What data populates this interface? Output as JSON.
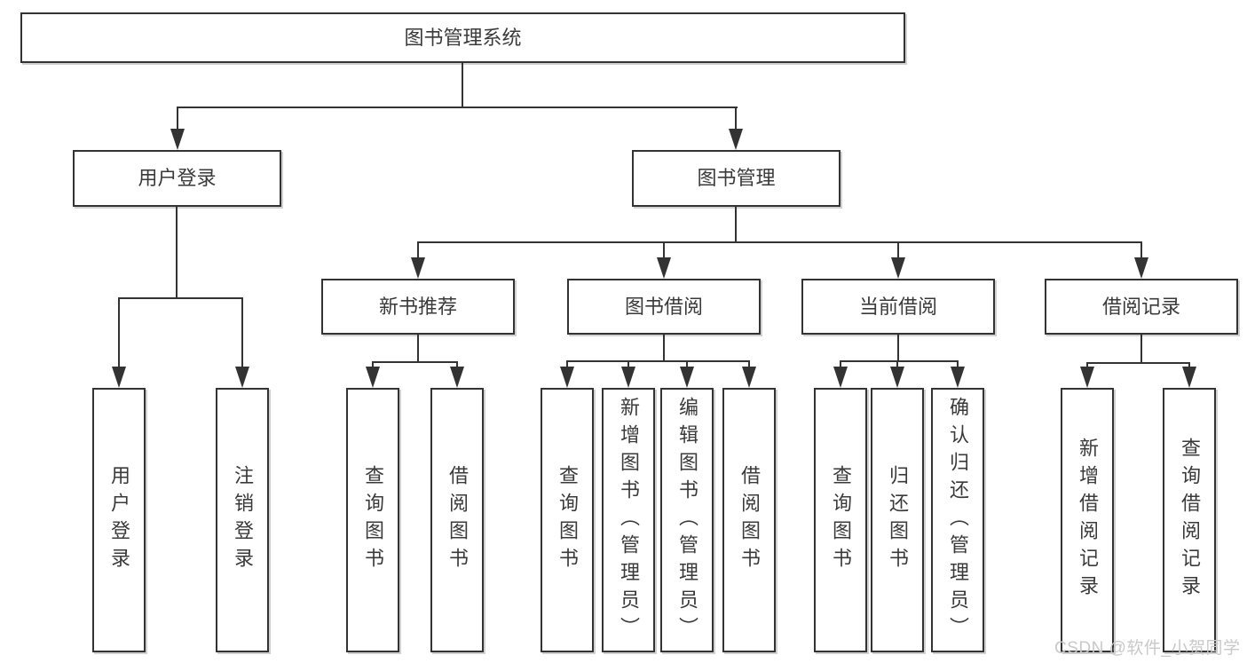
{
  "colors": {
    "line": "#333333",
    "text": "#3a3a3a",
    "background": "#ffffff",
    "watermark": "#c9c9c9"
  },
  "root": {
    "label": "图书管理系统"
  },
  "branches": [
    {
      "label": "用户登录",
      "children": [
        {
          "label": "用户登录"
        },
        {
          "label": "注销登录"
        }
      ]
    },
    {
      "label": "图书管理",
      "children": [
        {
          "label": "新书推荐",
          "children": [
            {
              "label": "查询图书"
            },
            {
              "label": "借阅图书"
            }
          ]
        },
        {
          "label": "图书借阅",
          "children": [
            {
              "label": "查询图书"
            },
            {
              "label": "新增图书（管理员）"
            },
            {
              "label": "编辑图书（管理员）"
            },
            {
              "label": "借阅图书"
            }
          ]
        },
        {
          "label": "当前借阅",
          "children": [
            {
              "label": "查询图书"
            },
            {
              "label": "归还图书"
            },
            {
              "label": "确认归还（管理员）"
            }
          ]
        },
        {
          "label": "借阅记录",
          "children": [
            {
              "label": "新增借阅记录"
            },
            {
              "label": "查询借阅记录"
            }
          ]
        }
      ]
    }
  ],
  "watermark": {
    "text": "CSDN @软件_小贺同学"
  }
}
